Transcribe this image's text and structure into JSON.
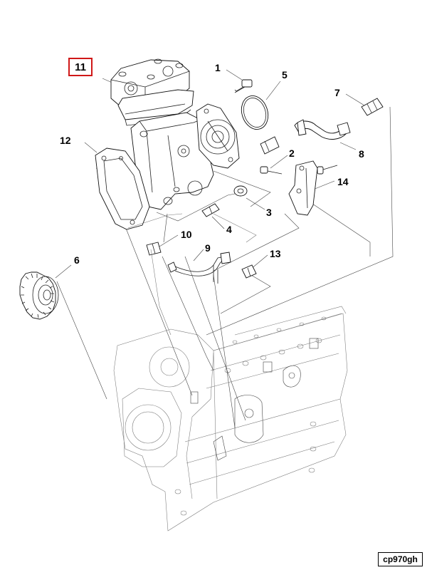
{
  "diagram": {
    "callouts": {
      "c1": "1",
      "c2": "2",
      "c3": "3",
      "c4": "4",
      "c5": "5",
      "c6": "6",
      "c7": "7",
      "c8": "8",
      "c9": "9",
      "c10": "10",
      "c11": "11",
      "c12": "12",
      "c13": "13",
      "c14": "14"
    },
    "highlighted_callout": "11",
    "highlight_color": "#d01818",
    "figure_code": "cp970gh"
  }
}
